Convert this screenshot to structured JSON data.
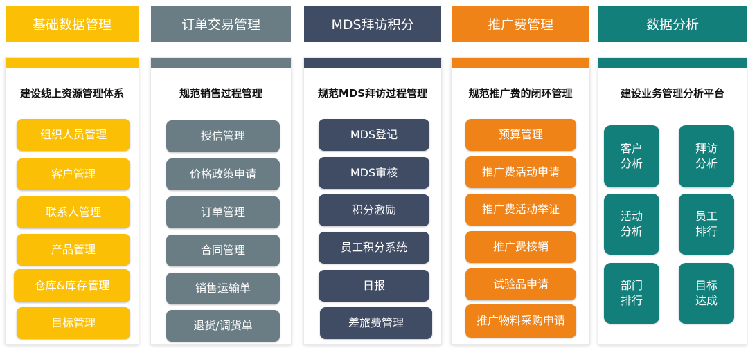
{
  "colors": {
    "yellow": "#fbbf06",
    "slate": "#6a7d85",
    "navy": "#404b64",
    "orange": "#ef8317",
    "teal": "#137f7a"
  },
  "columns": [
    {
      "header": "基础数据管理",
      "subtitle": "建设线上资源管理体系",
      "items": [
        "组织人员管理",
        "客户管理",
        "联系人管理",
        "产品管理",
        "仓库&库存管理",
        "目标管理"
      ]
    },
    {
      "header": "订单交易管理",
      "subtitle": "规范销售过程管理",
      "items": [
        "授信管理",
        "价格政策申请",
        "订单管理",
        "合同管理",
        "销售运输单",
        "退货/调货单"
      ]
    },
    {
      "header": "MDS拜访积分",
      "subtitle": "规范MDS拜访过程管理",
      "items": [
        "MDS登记",
        "MDS审核",
        "积分激励",
        "员工积分系统",
        "日报",
        "差旅费管理"
      ]
    },
    {
      "header": "推广费管理",
      "subtitle": "规范推广费的闭环管理",
      "items": [
        "预算管理",
        "推广费活动申请",
        "推广费活动举证",
        "推广费核销",
        "试验品申请",
        "推广物料采购申请"
      ]
    },
    {
      "header": "数据分析",
      "subtitle": "建设业务管理分析平台",
      "tiles": [
        "客户分析",
        "拜访分析",
        "活动分析",
        "员工排行",
        "部门排行",
        "目标达成"
      ]
    }
  ]
}
